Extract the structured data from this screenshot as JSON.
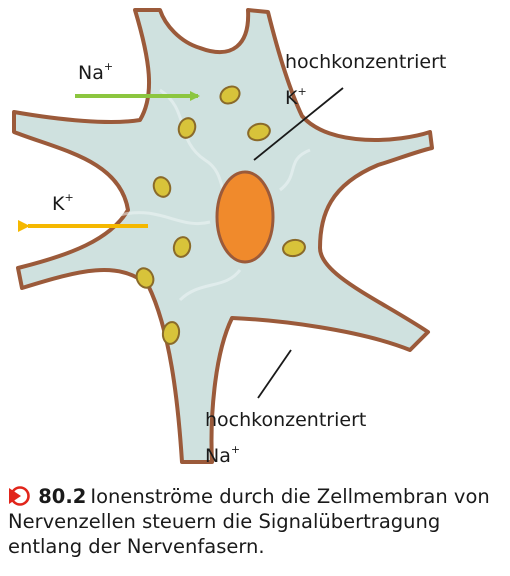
{
  "diagram": {
    "ion_na": {
      "base": "Na",
      "charge": "+"
    },
    "ion_k": {
      "base": "K",
      "charge": "+"
    },
    "label_inside": {
      "text": "hochkonzentriert",
      "ion": "K",
      "charge": "+"
    },
    "label_outside": {
      "text": "hochkonzentriert",
      "ion": "Na",
      "charge": "+"
    }
  },
  "caption": {
    "number": "80.2",
    "text": "Ionenströme durch die Zellmembran von Nervenzellen steuern die Signalübertragung entlang der Nervenfasern."
  },
  "colors": {
    "cell_fill": "#cfe1df",
    "membrane": "#9b5a3a",
    "nucleus": "#f08a2c",
    "organelle": "#d8c33a",
    "na_arrow": "#8cc63f",
    "k_arrow": "#f5b800",
    "caption_icon": "#e1251b"
  }
}
